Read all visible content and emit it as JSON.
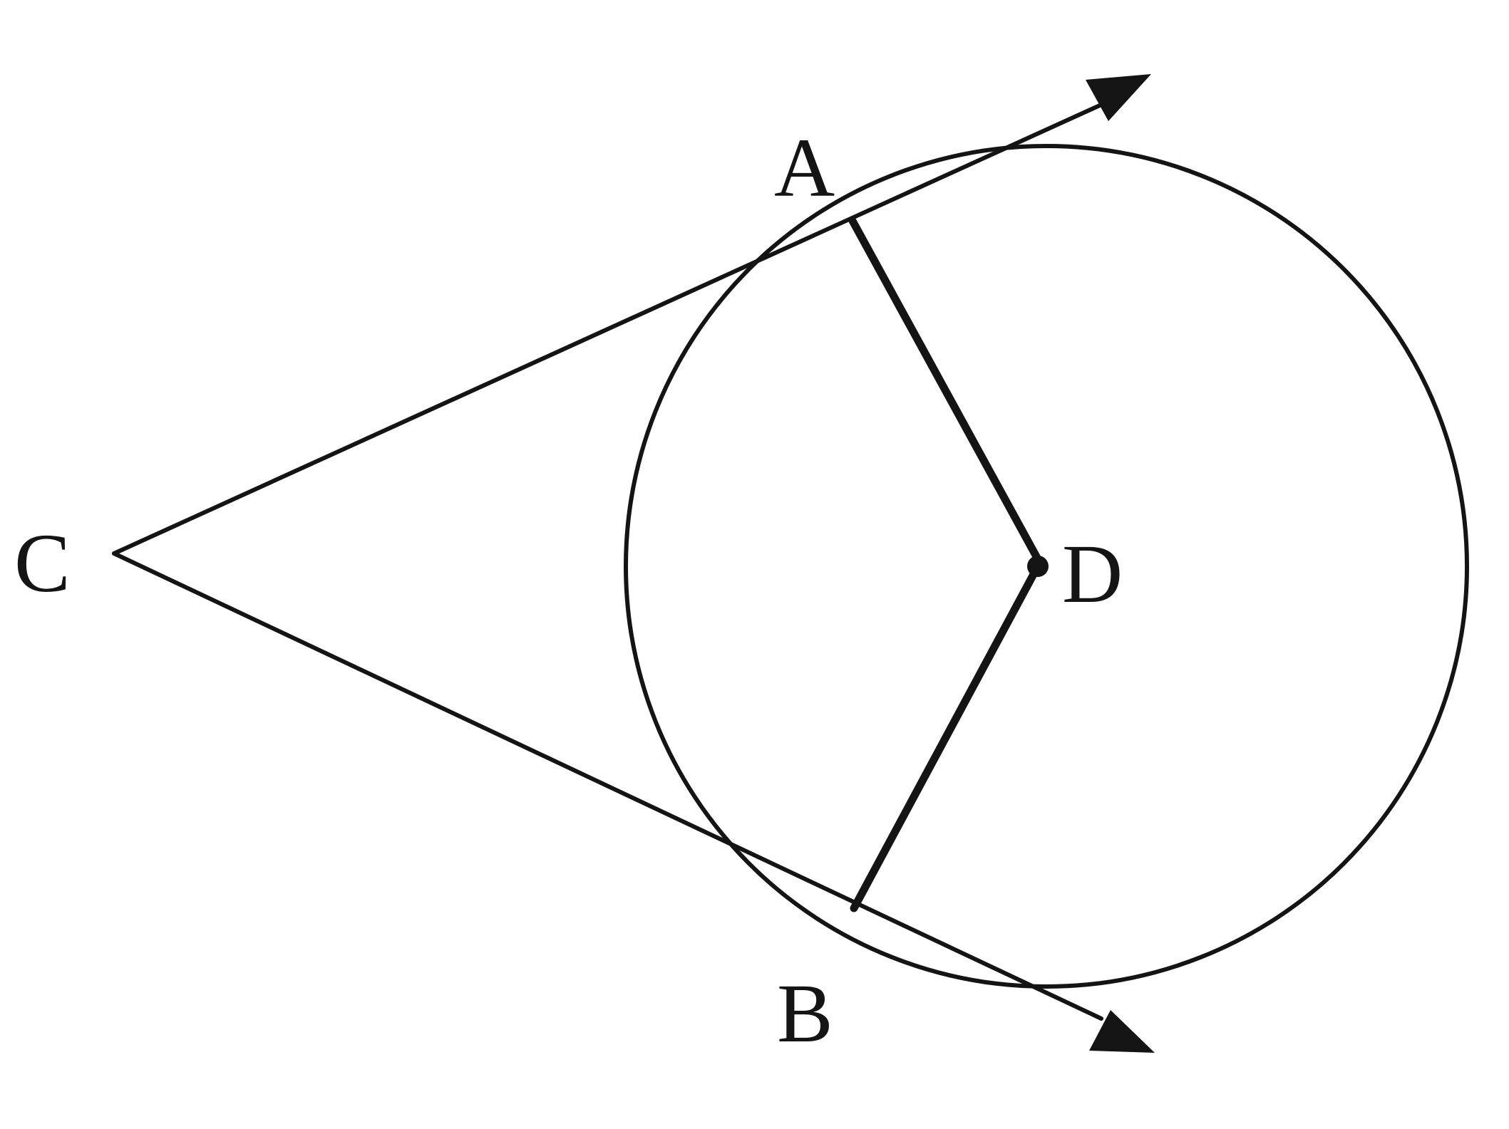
{
  "labels": {
    "A": "A",
    "B": "B",
    "C": "C",
    "D": "D"
  },
  "colors": {
    "ink": "#141414",
    "paper": "#ffffff"
  }
}
